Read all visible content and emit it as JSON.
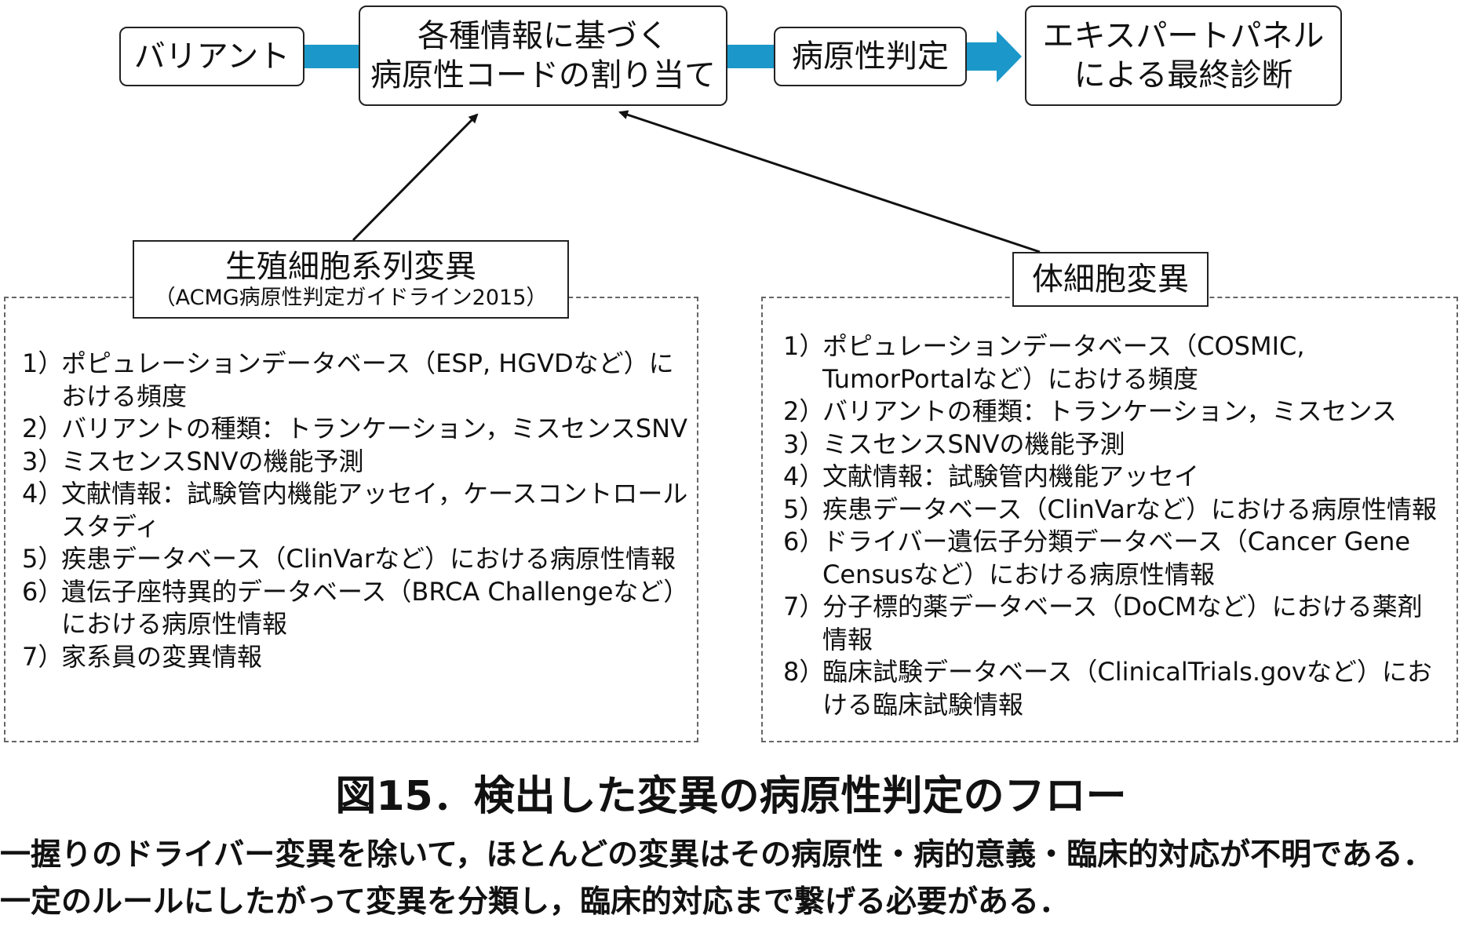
{
  "flow": {
    "variant": "バリアント",
    "assign_line1": "各種情報に基づく",
    "assign_line2": "病原性コードの割り当て",
    "judge": "病原性判定",
    "final_line1": "エキスパートパネル",
    "final_line2": "による最終診断"
  },
  "germline": {
    "title": "生殖細胞系列変異",
    "subtitle": "（ACMG病原性判定ガイドライン2015）",
    "items": [
      {
        "num": "1）",
        "text": "ポピュレーションデータベース（ESP, HGVDなど）における頻度"
      },
      {
        "num": "2）",
        "text": "バリアントの種類：トランケーション，ミスセンスSNV"
      },
      {
        "num": "3）",
        "text": "ミスセンスSNVの機能予測"
      },
      {
        "num": "4）",
        "text": "文献情報：試験管内機能アッセイ，ケースコントロールスタディ"
      },
      {
        "num": "5）",
        "text": "疾患データベース（ClinVarなど）における病原性情報"
      },
      {
        "num": "6）",
        "text": "遺伝子座特異的データベース（BRCA Challengeなど）における病原性情報"
      },
      {
        "num": "7）",
        "text": "家系員の変異情報"
      }
    ]
  },
  "somatic": {
    "title": "体細胞変異",
    "items": [
      {
        "num": "1）",
        "text": "ポピュレーションデータベース（COSMIC, TumorPortalなど）における頻度"
      },
      {
        "num": "2）",
        "text": "バリアントの種類：トランケーション，ミスセンス"
      },
      {
        "num": "3）",
        "text": "ミスセンスSNVの機能予測"
      },
      {
        "num": "4）",
        "text": "文献情報：試験管内機能アッセイ"
      },
      {
        "num": "5）",
        "text": "疾患データベース（ClinVarなど）における病原性情報"
      },
      {
        "num": "6）",
        "text": "ドライバー遺伝子分類データベース（Cancer Gene Censusなど）における病原性情報"
      },
      {
        "num": "7）",
        "text": "分子標的薬データベース（DoCMなど）における薬剤情報"
      },
      {
        "num": "8）",
        "text": "臨床試験データベース（ClinicalTrials.govなど）における臨床試験情報"
      }
    ]
  },
  "caption": "図15．検出した変異の病原性判定のフロー",
  "description": "一握りのドライバー変異を除いて，ほとんどの変異はその病原性・病的意義・臨床的対応が不明である．一定のルールにしたがって変異を分類し，臨床的対応まで繋げる必要がある．",
  "colors": {
    "flow_arrow": "#1b98c9",
    "line": "#222222",
    "dash": "#666666"
  }
}
